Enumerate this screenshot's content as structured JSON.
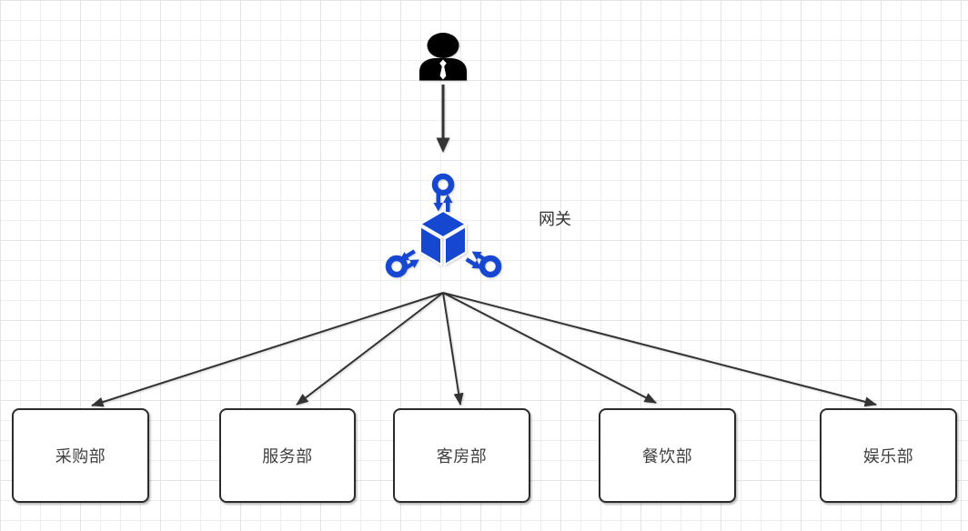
{
  "canvas": {
    "background_color": "#ffffff",
    "grid_minor_color": "#efefef",
    "grid_major_color": "#e4e4e4"
  },
  "palette": {
    "edge_color": "#333333",
    "node_border_color": "#2b2b2b",
    "node_fill_color": "#ffffff",
    "node_text_color": "#404040",
    "user_icon_color": "#000000",
    "gateway_icon_color": "#1547d1"
  },
  "nodes": {
    "user": {
      "icon": "user-icon"
    },
    "gateway": {
      "icon": "gateway-icon",
      "label": "网关"
    },
    "departments": [
      {
        "label": "采购部"
      },
      {
        "label": "服务部"
      },
      {
        "label": "客房部"
      },
      {
        "label": "餐饮部"
      },
      {
        "label": "娱乐部"
      }
    ]
  },
  "edges": [
    {
      "from": "user",
      "to": "gateway"
    },
    {
      "from": "gateway",
      "to": "采购部"
    },
    {
      "from": "gateway",
      "to": "服务部"
    },
    {
      "from": "gateway",
      "to": "客房部"
    },
    {
      "from": "gateway",
      "to": "餐饮部"
    },
    {
      "from": "gateway",
      "to": "娱乐部"
    }
  ]
}
